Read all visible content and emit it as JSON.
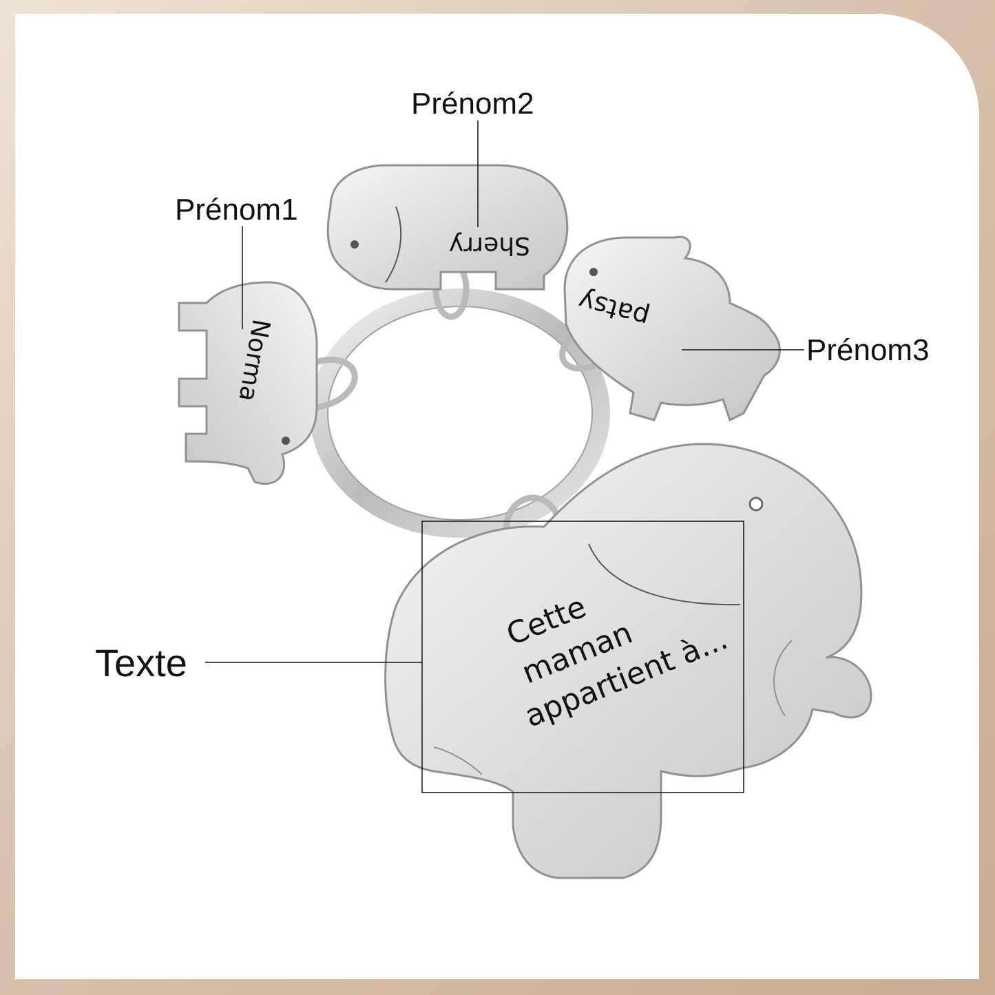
{
  "labels": {
    "name1": "Prénom1",
    "name2": "Prénom2",
    "name3": "Prénom3",
    "text": "Texte"
  },
  "engravings": {
    "charm1": "Norma",
    "charm2": "Sherry",
    "charm3": "patsy",
    "main_line1": "Cette",
    "main_line2": "maman",
    "main_line3": "appartient à..."
  },
  "colors": {
    "background": "#ffffff",
    "frame": "#d8c2ad",
    "steel": "#d9dadc",
    "steel_edge": "#9c9ea2",
    "engraving": "#111111"
  }
}
